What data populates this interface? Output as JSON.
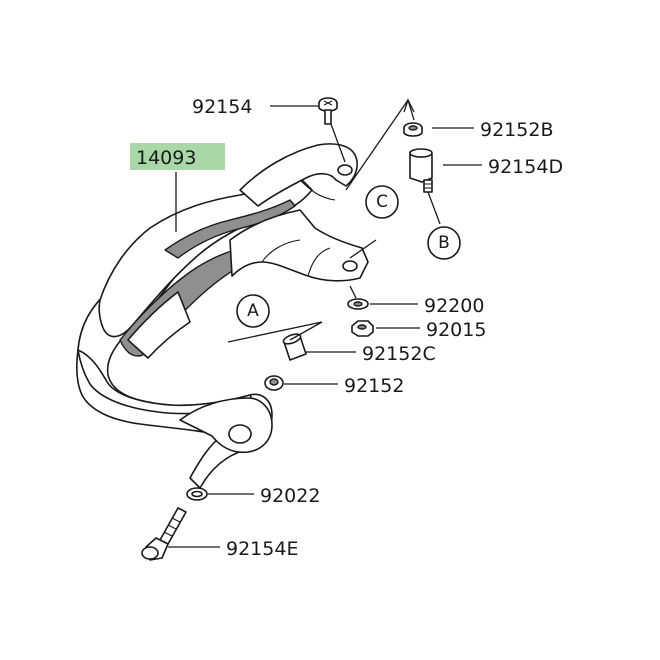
{
  "diagram": {
    "highlight_color": "#a8d8a8",
    "part_numbers": {
      "main_part": "14093",
      "p92154": "92154",
      "p92152B": "92152B",
      "p92154D": "92154D",
      "p92200": "92200",
      "p92015": "92015",
      "p92152C": "92152C",
      "p92152": "92152",
      "p92022": "92022",
      "p92154E": "92154E"
    },
    "reference_marks": {
      "a": "A",
      "b": "B",
      "c": "C"
    }
  }
}
